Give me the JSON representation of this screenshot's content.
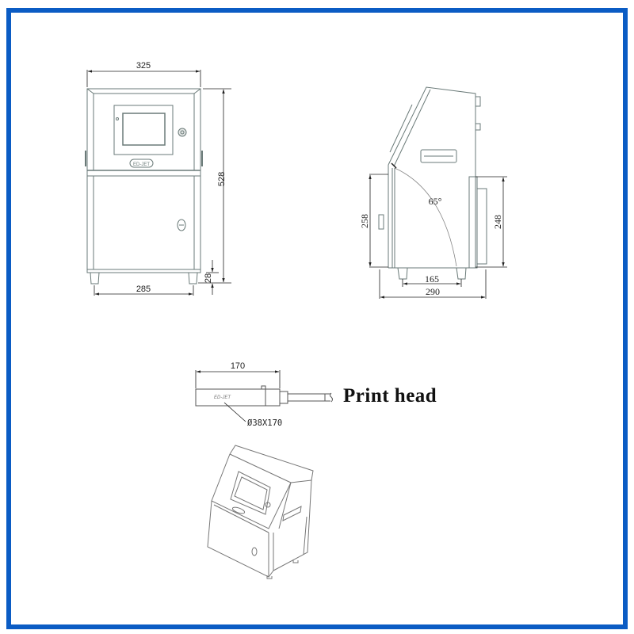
{
  "frame": {
    "border_color": "#0b5cc4"
  },
  "front_view": {
    "width_dim": "325",
    "height_dim": "528",
    "foot_dim": "28",
    "base_dim": "285"
  },
  "side_view": {
    "angle": "65°",
    "door_height_dim": "258",
    "right_height_dim": "248",
    "foot_span_dim": "165",
    "depth_dim": "290"
  },
  "print_head": {
    "length_dim": "170",
    "label": "Print head",
    "spec": "Ø38X170"
  },
  "iso_view": {
    "caption": ""
  }
}
